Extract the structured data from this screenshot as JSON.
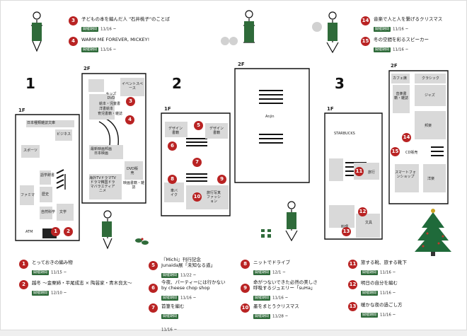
{
  "sections": [
    {
      "number": "1",
      "floors": [
        "1F",
        "2F"
      ]
    },
    {
      "number": "2",
      "floors": [
        "1F",
        "2F"
      ]
    },
    {
      "number": "3",
      "floors": [
        "1F",
        "2F"
      ]
    }
  ],
  "map_labels": {
    "s1_1f": [
      "日本種類雑誌文庫",
      "ビジネス",
      "スポーツ",
      "語学辞書",
      "ファミマ",
      "歴史",
      "自然科学",
      "文学",
      "ATM"
    ],
    "s1_2f": [
      "イベントスペース",
      "キッズDVD",
      "絵本・児童書",
      "洋書絵本",
      "育児書籍・雑誌",
      "最新映画邦画日本映画",
      "海外TVドラマTVドラマ韓国ドラマバラエティアニメ",
      "DVD販売",
      "映画書籍・雑誌"
    ],
    "s2_1f": [
      "デザイン書籍",
      "デザイン書籍",
      "車バイク",
      "旅行写真ファッション"
    ],
    "s2_2f": [
      "Anjin"
    ],
    "s3_1f": [
      "STARBUCKS",
      "旅行",
      "料理",
      "文具"
    ],
    "s3_2f": [
      "カフェ席",
      "クラシック",
      "音楽書籍・雑誌",
      "ジャズ",
      "邦楽",
      "CD販売",
      "スマートフォンショップ",
      "洋楽"
    ]
  },
  "top_events": [
    {
      "num": "3",
      "title": "子どもの本を編んだ人 \"石井桃子\"のことば",
      "badge": "開催期間",
      "date": "11/16 ~"
    },
    {
      "num": "4",
      "title": "WARM ME FOREVER, MICKEY!",
      "badge": "開催期間",
      "date": "11/16 ~"
    },
    {
      "num": "14",
      "title": "音楽で人と人を繋げるクリスマス",
      "badge": "開催期間",
      "date": "11/16 ~"
    },
    {
      "num": "15",
      "title": "冬の空間を彩るスピーカー",
      "badge": "開催期間",
      "date": "11/16 ~"
    }
  ],
  "events": [
    {
      "num": "1",
      "title": "とっておきの編み物",
      "badge": "開催期間",
      "date": "11/15 ~"
    },
    {
      "num": "2",
      "title": "越冬 ～金栗姉・平尾成志 × 陶芸家・青木良太～",
      "badge": "開催期間",
      "date": "12/10 ~"
    },
    {
      "num": "5",
      "title": "『Michi』刊行記念",
      "title2": "Junaida展「未知なる道」",
      "badge": "開催期間",
      "date": "11/22 ~"
    },
    {
      "num": "6",
      "title": "今夜、パーティーには行かない",
      "title2": "by cheese chop shop",
      "badge": "開催期間",
      "date": "11/16 ~"
    },
    {
      "num": "7",
      "title": "首筆を編む",
      "badge": "開催期間",
      "date": "11/16 ~"
    },
    {
      "num": "8",
      "title": "ニットでドライブ",
      "badge": "開催期間",
      "date": "12/1 ~"
    },
    {
      "num": "9",
      "title": "命がつないできた必然の美しさ",
      "title2": "呼吸するジュエリー「suHa」",
      "badge": "開催期間",
      "date": "11/16 ~"
    },
    {
      "num": "10",
      "title": "墨をまとうクリスマス",
      "badge": "開催期間",
      "date": "11/28 ~"
    },
    {
      "num": "11",
      "title": "旅する靴、旅する靴下",
      "badge": "開催期間",
      "date": "11/16 ~"
    },
    {
      "num": "12",
      "title": "明日の自分を編む",
      "badge": "開催期間",
      "date": "11/16 ~"
    },
    {
      "num": "13",
      "title": "暖かな夜の過ごし方",
      "badge": "開催期間",
      "date": "11/16 ~"
    }
  ],
  "colors": {
    "marker": "#b92323",
    "badge": "#2f6b3a",
    "tree": "#1f6a3a"
  }
}
